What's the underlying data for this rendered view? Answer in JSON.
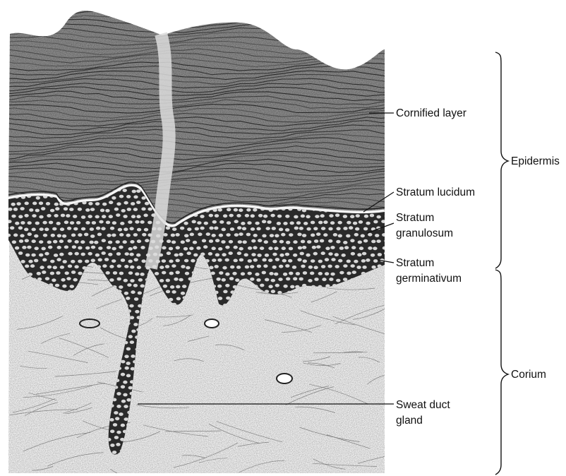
{
  "labels": {
    "cornified_layer": "Cornified layer",
    "epidermis": "Epidermis",
    "stratum_lucidum": "Stratum lucidum",
    "stratum_granulosum_1": "Stratum",
    "stratum_granulosum_2": "granulosum",
    "stratum_germinativum_1": "Stratum",
    "stratum_germinativum_2": "germinativum",
    "corium": "Corium",
    "sweat_duct_1": "Sweat duct",
    "sweat_duct_2": "gland"
  },
  "colors": {
    "ink": "#111111",
    "tissue_dark": "#1a1a1a",
    "tissue_mid": "#6b6b6b",
    "tissue_light": "#c9c9c9",
    "paper": "#ffffff"
  }
}
